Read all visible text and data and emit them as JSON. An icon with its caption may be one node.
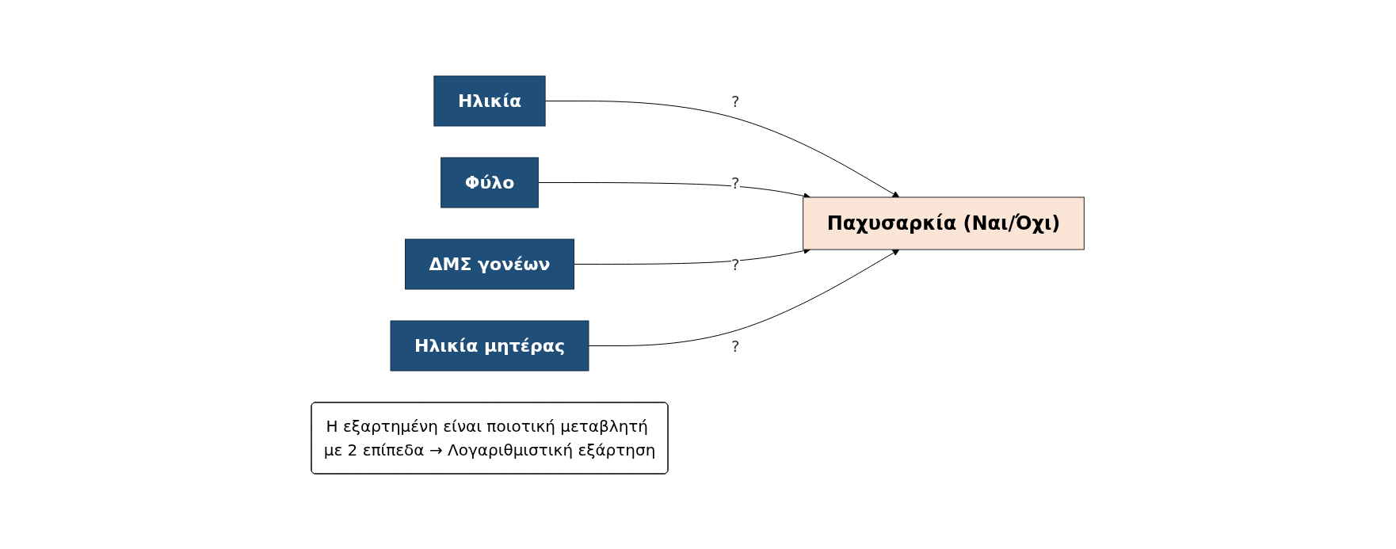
{
  "diagram": {
    "nodes": [
      {
        "text": [
          "Ηλικία"
        ]
      },
      {
        "text": [
          "Φύλο"
        ]
      },
      {
        "text": [
          "ΔΜΣ γονέων"
        ]
      },
      {
        "text": [
          "Ηλικία μητέρας"
        ]
      },
      {
        "text": [
          "Παχυσαρκία (Ναι/Όχι)"
        ]
      },
      {
        "text": [
          "Η εξαρτημένη είναι ποιοτική μεταβλητή με 2 επίπεδα → Λογαριθμιστική εξάρτηση"
        ]
      }
    ],
    "edges": [
      {
        "from": 0,
        "to": 4,
        "arrow": "to",
        "label": "?"
      },
      {
        "from": 1,
        "to": 4,
        "arrow": "to",
        "label": "?"
      },
      {
        "from": 2,
        "to": 4,
        "arrow": "to",
        "label": "?"
      },
      {
        "from": 3,
        "to": 4,
        "arrow": "to",
        "label": "?"
      }
    ]
  }
}
